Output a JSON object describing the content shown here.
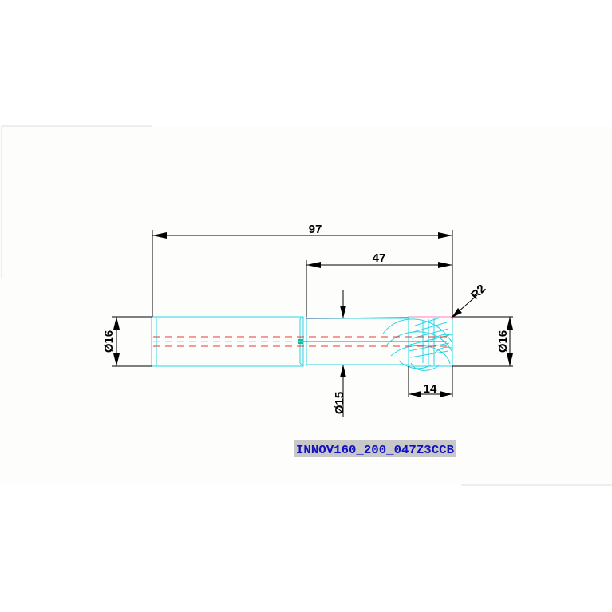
{
  "dimensions": {
    "overall_length": "97",
    "flute_section_length": "47",
    "cutting_length": "14",
    "corner_radius": "R2",
    "shank_diameter_left": "Ø16",
    "shank_diameter_right": "Ø16",
    "neck_diameter": "Ø15"
  },
  "tool_label": "INNOV160_200_047Z3CCB",
  "colors": {
    "geometry": "#26d6e6",
    "centerline": "#e53935",
    "axis": "#e6d81e",
    "dimension": "#000000",
    "label_text": "#1010c0",
    "label_background": "#c8c8c8"
  }
}
